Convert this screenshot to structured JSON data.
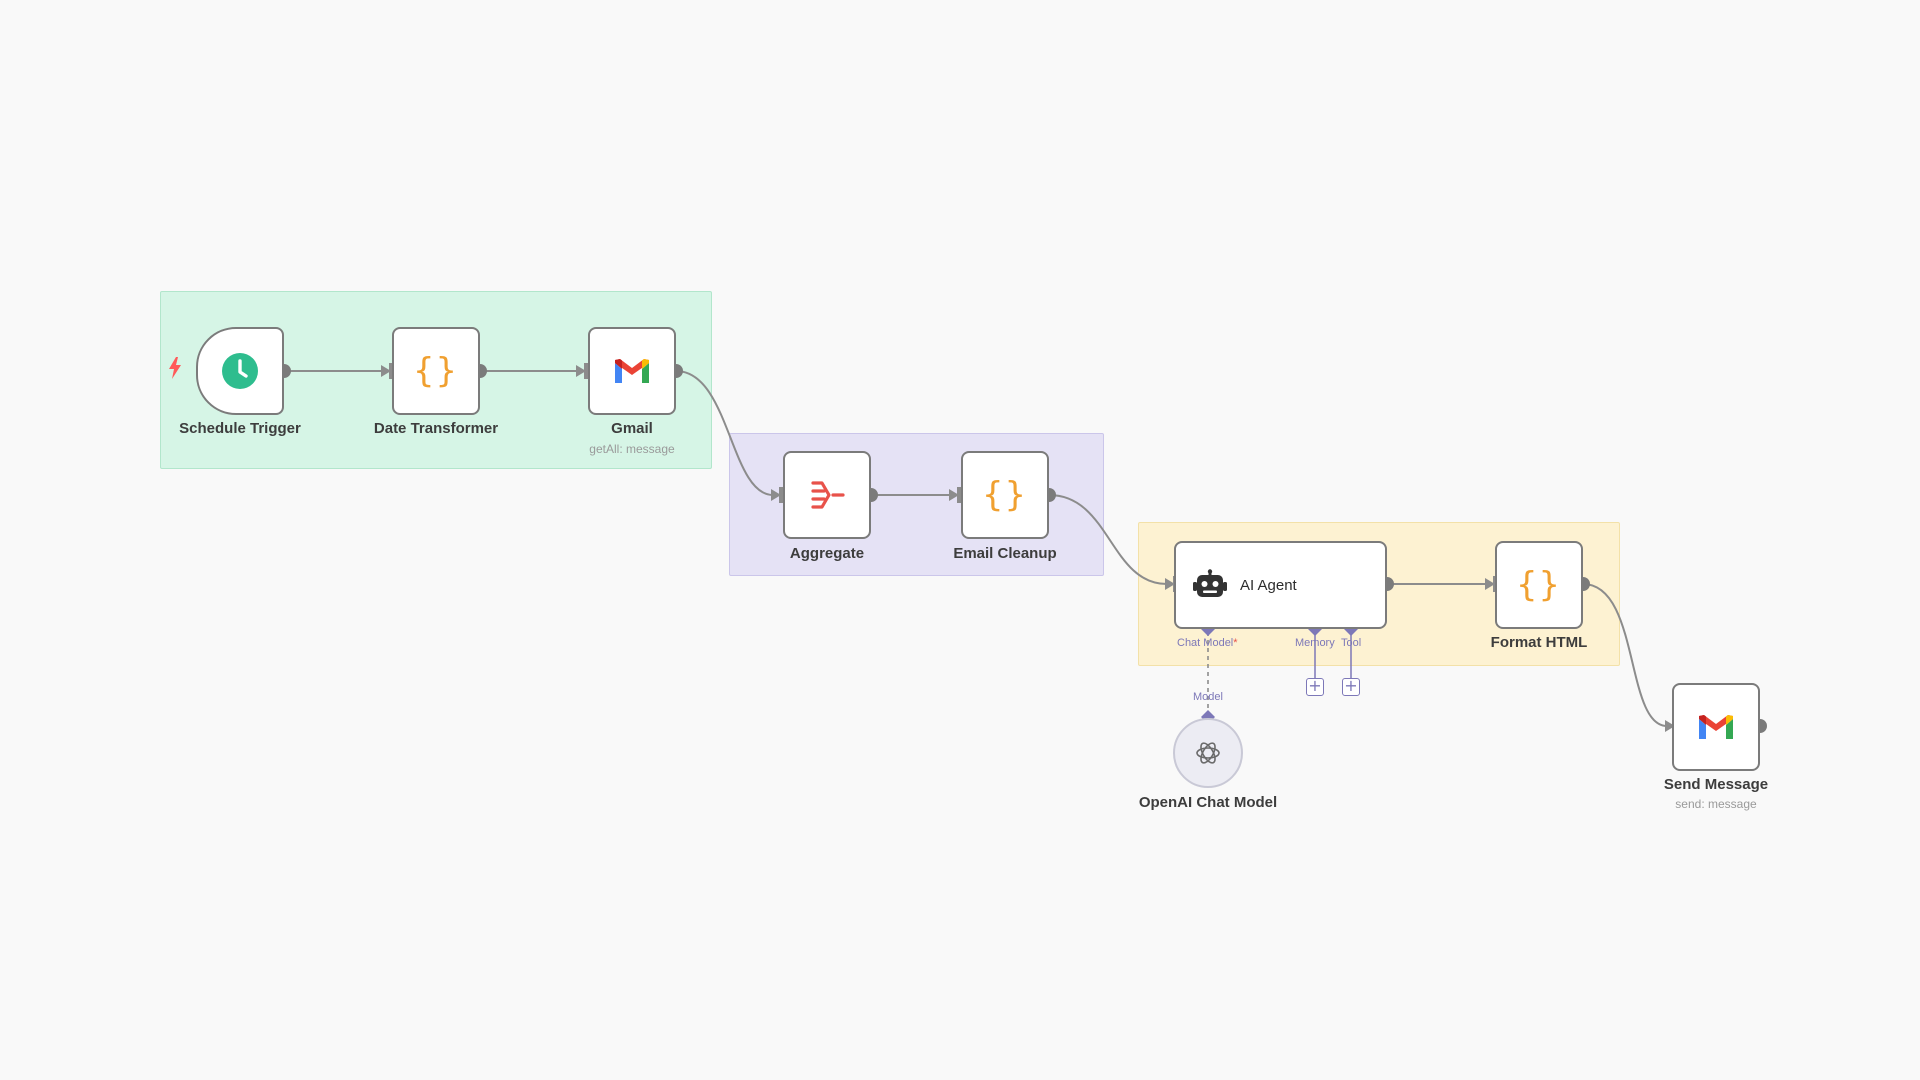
{
  "nodes": {
    "schedule_trigger": {
      "label": "Schedule Trigger"
    },
    "date_transformer": {
      "label": "Date Transformer",
      "icon_text": "{}"
    },
    "gmail": {
      "label": "Gmail",
      "sublabel": "getAll: message"
    },
    "aggregate": {
      "label": "Aggregate"
    },
    "email_cleanup": {
      "label": "Email Cleanup",
      "icon_text": "{}"
    },
    "ai_agent": {
      "label": "AI Agent"
    },
    "format_html": {
      "label": "Format HTML",
      "icon_text": "{}"
    },
    "send_message": {
      "label": "Send Message",
      "sublabel": "send: message"
    },
    "openai_chat_model": {
      "label": "OpenAI Chat Model"
    }
  },
  "ports": {
    "chat_model": "Chat Model",
    "chat_model_required": "*",
    "memory": "Memory",
    "tool": "Tool",
    "model": "Model"
  },
  "buttons": {
    "plus": "+"
  },
  "icons": {
    "trigger": "lightning-icon",
    "schedule": "clock-icon",
    "code": "code-braces-icon",
    "gmail": "gmail-icon",
    "aggregate": "aggregate-icon",
    "agent": "robot-icon",
    "openai": "openai-icon"
  },
  "colors": {
    "group_green": "#d6f5e6",
    "group_purple": "#e5e2f5",
    "group_yellow": "#fdf2d2",
    "code_orange": "#f0a030",
    "schedule_teal": "#2ebd8e",
    "aggregate_red": "#e8524a",
    "port_purple": "#7d78b8",
    "edge_gray": "#8c8c8c"
  }
}
